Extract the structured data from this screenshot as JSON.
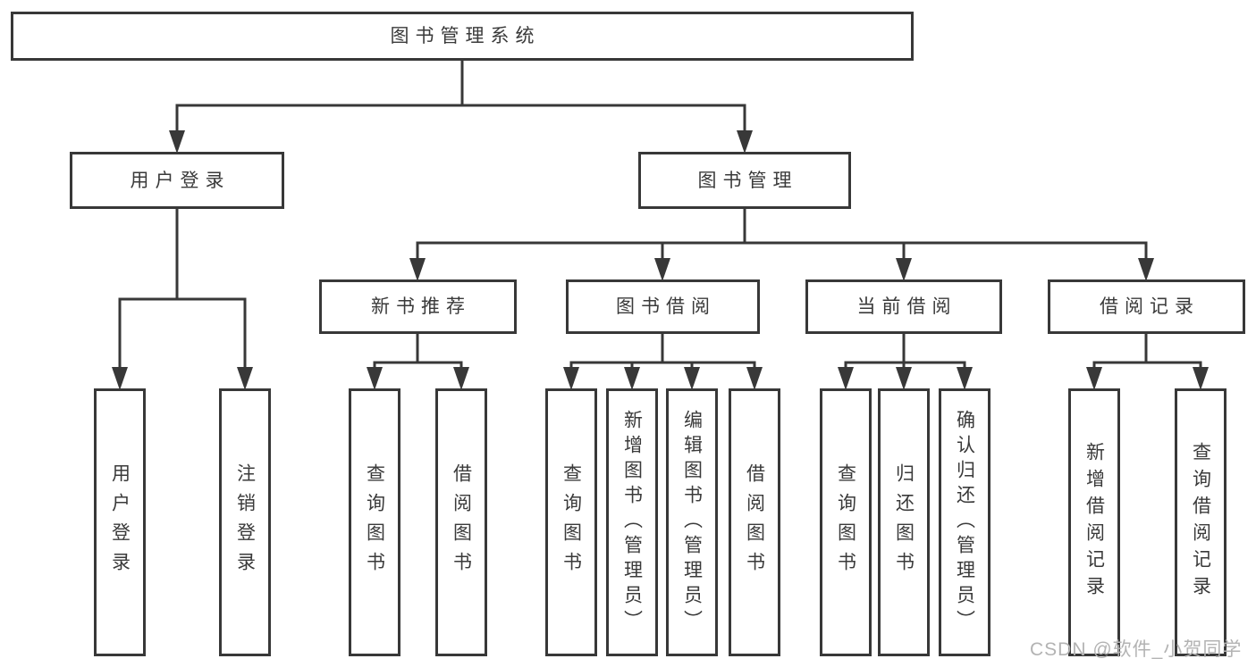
{
  "tree": {
    "label": "图书管理系统",
    "children": [
      {
        "label": "用户登录",
        "children": [
          {
            "label": "用户登录"
          },
          {
            "label": "注销登录"
          }
        ]
      },
      {
        "label": "图书管理",
        "children": [
          {
            "label": "新书推荐",
            "children": [
              {
                "label": "查询图书"
              },
              {
                "label": "借阅图书"
              }
            ]
          },
          {
            "label": "图书借阅",
            "children": [
              {
                "label": "查询图书"
              },
              {
                "label": "新增图书（管理员）"
              },
              {
                "label": "编辑图书（管理员）"
              },
              {
                "label": "借阅图书"
              }
            ]
          },
          {
            "label": "当前借阅",
            "children": [
              {
                "label": "查询图书"
              },
              {
                "label": "归还图书"
              },
              {
                "label": "确认归还（管理员）"
              }
            ]
          },
          {
            "label": "借阅记录",
            "children": [
              {
                "label": "新增借阅记录"
              },
              {
                "label": "查询借阅记录"
              }
            ]
          }
        ]
      }
    ]
  },
  "watermark": "CSDN @软件_小贺同学",
  "colors": {
    "line": "#383838",
    "text": "#3a3a3a",
    "background": "#ffffff",
    "watermark": "#b3b3b3"
  }
}
